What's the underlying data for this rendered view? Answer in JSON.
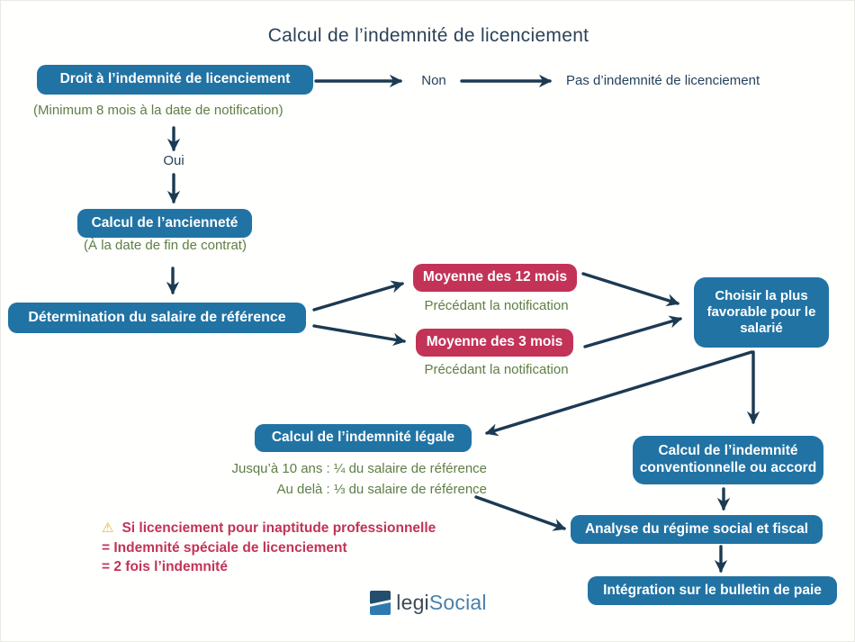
{
  "title": "Calcul de l’indemnité de licenciement",
  "colors": {
    "navy_text": "#24425c",
    "arrow": "#1c3a52",
    "box_blue": "#2173a4",
    "box_red": "#c23357",
    "green_note": "#5f7e44",
    "warning_text": "#c23357",
    "warning_icon": "#edb41d"
  },
  "nodes": {
    "droit": "Droit à l’indemnité de licenciement",
    "droit_note": "(Minimum 8 mois à la date de notification)",
    "non": "Non",
    "pas_indemnite": "Pas d’indemnité de licenciement",
    "oui": "Oui",
    "anciennete": "Calcul de l’ancienneté",
    "anciennete_note": "(À la date de fin de contrat)",
    "salaire": "Détermination du salaire de référence",
    "moyenne12": "Moyenne des 12 mois",
    "moyenne12_note": "Précédant la notification",
    "moyenne3": "Moyenne des 3 mois",
    "moyenne3_note": "Précédant la notification",
    "choisir": "Choisir la plus favorable pour le salarié",
    "legale": "Calcul de l’indemnité légale",
    "legale_note1": "Jusqu’à 10 ans : ¼ du salaire de référence",
    "legale_note2": "Au delà : ⅓ du salaire de référence",
    "warning1": "Si licenciement pour inaptitude professionnelle",
    "warning2": "= Indemnité spéciale de licenciement",
    "warning3": "= 2 fois l’indemnité",
    "conventionnelle": "Calcul de l’indemnité conventionnelle ou accord",
    "analyse": "Analyse du régime social et fiscal",
    "integration": "Intégration sur le bulletin de paie"
  },
  "logo": {
    "part1": "legi",
    "part2": "Social"
  }
}
